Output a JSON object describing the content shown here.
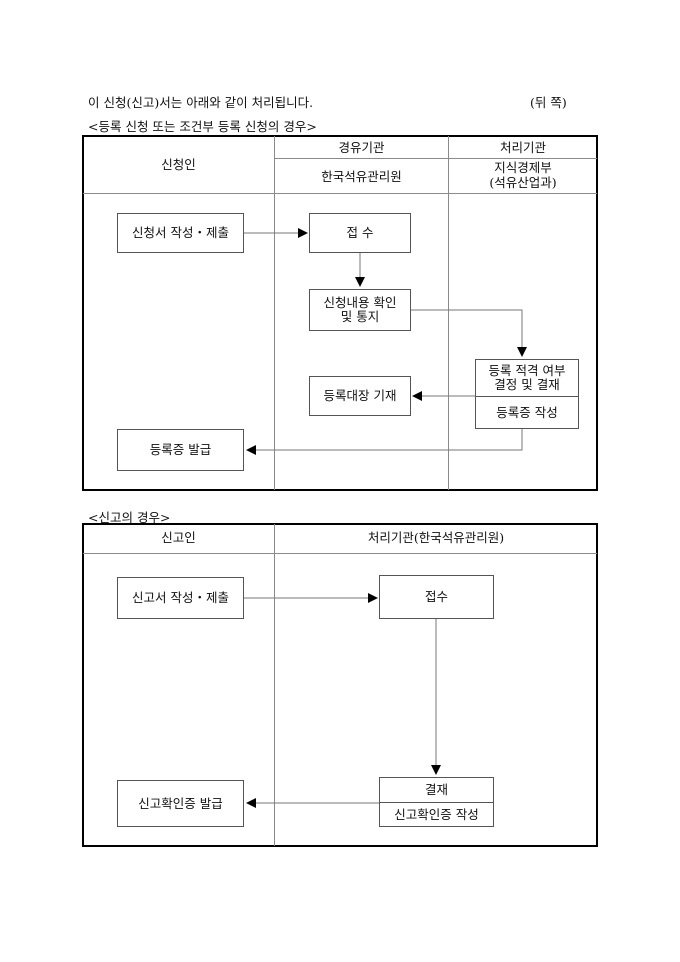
{
  "header": {
    "intro": "이 신청(신고)서는 아래와 같이 처리됩니다.",
    "page_side": "(뒤  쪽)"
  },
  "section1": {
    "title": "<등록 신청 또는 조건부 등록 신청의 경우>",
    "col_applicant": "신청인",
    "col_via": "경유기관",
    "col_via_org": "한국석유관리원",
    "col_proc": "처리기관",
    "col_proc_org_line1": "지식경제부",
    "col_proc_org_line2": "(석유산업과)",
    "step_submit": "신청서 작성・제출",
    "step_receive": "접   수",
    "step_confirm_line1": "신청내용 확인",
    "step_confirm_line2": "및 통지",
    "step_decide_line1": "등록 적격 여부",
    "step_decide_line2": "결정 및 결재",
    "step_cert_write": "등록증 작성",
    "step_register": "등록대장 기재",
    "step_issue": "등록증 발급"
  },
  "section2": {
    "title": "<신고의 경우>",
    "col_reporter": "신고인",
    "col_proc": "처리기관(한국석유관리원)",
    "step_submit": "신고서 작성・제출",
    "step_receive": "접수",
    "step_approve": "결재",
    "step_cert_write": "신고확인증 작성",
    "step_issue": "신고확인증 발급"
  }
}
